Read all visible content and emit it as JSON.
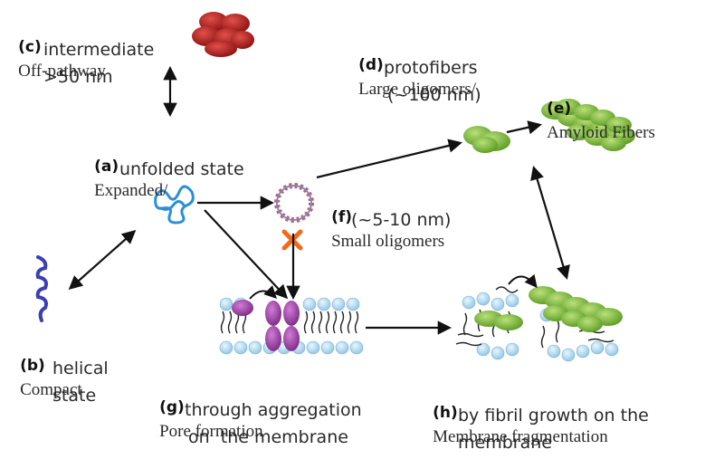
{
  "labels": {
    "c": {
      "tag": "(c)",
      "lines": [
        "Off-pathway",
        "intermediate",
        ">50 nm"
      ]
    },
    "d": {
      "tag": "(d)",
      "lines": [
        "Large oligomers/",
        "protofibers",
        "(~100 nm)"
      ]
    },
    "e": {
      "tag": "(e)",
      "lines": [
        "Amyloid Fibers"
      ]
    },
    "a": {
      "tag": "(a)",
      "lines": [
        "Expanded/",
        "unfolded state"
      ]
    },
    "f": {
      "tag": "(f)",
      "lines": [
        "Small oligomers",
        "(~5-10 nm)"
      ]
    },
    "b": {
      "tag": "(b)",
      "lines": [
        "Compact",
        "helical",
        "state"
      ]
    },
    "g": {
      "tag": "(g)",
      "lines": [
        "Pore formation",
        "through aggregation",
        "on  the membrane"
      ]
    },
    "h": {
      "tag": "(h)",
      "lines": [
        "Membrane fragmentation",
        "by fibril growth on the",
        "membrane"
      ]
    }
  },
  "colors": {
    "arrow": "#111111",
    "off_pathway": "#b22222",
    "unfolded": "#2a8fd8",
    "helical": "#3b3fb0",
    "small_oligomer_ring": "#d9534f",
    "small_oligomer_core": "#6a8fd0",
    "block_cross": "#f06a1a",
    "lipid_head": "#b9dcf0",
    "pore_protein": "#a04aa8",
    "fibril_green": "#7fbf3a",
    "fibril_dark": "#5a9a22"
  },
  "icons": [
    "off-pathway-aggregate-icon",
    "unfolded-protein-icon",
    "helical-protein-icon",
    "small-oligomer-icon",
    "blocked-path-icon",
    "large-oligomer-icon",
    "amyloid-fiber-icon",
    "pore-membrane-icon",
    "fragmented-membrane-icon"
  ]
}
